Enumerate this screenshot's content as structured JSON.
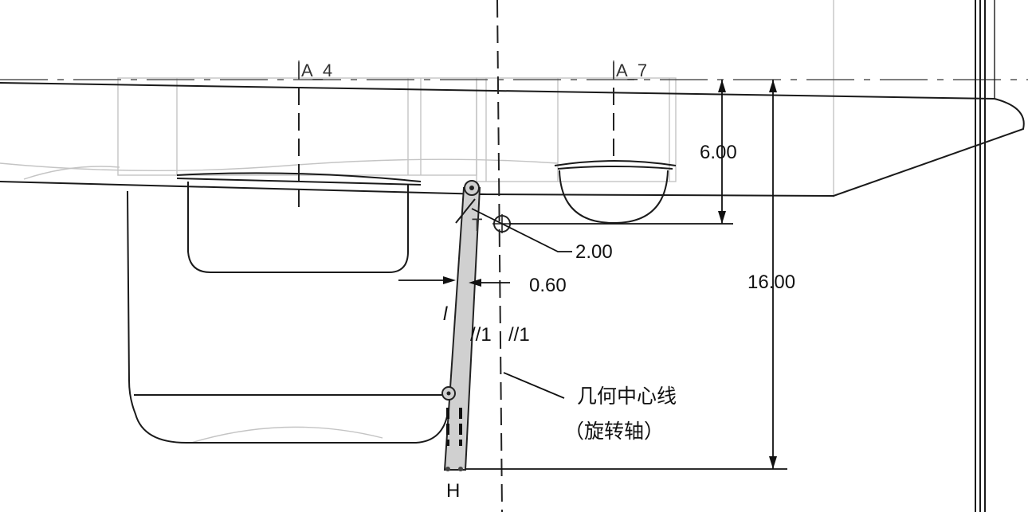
{
  "datum_labels": {
    "left": "A_4",
    "right": "A_7"
  },
  "dimensions": {
    "height_upper": "6.00",
    "radius": "2.00",
    "thickness": "0.60",
    "height_total": "16.00"
  },
  "constraints": {
    "l_symbol": "l",
    "parallel_1": "//1",
    "parallel_2": "//1",
    "t_label": "T",
    "h_label": "H"
  },
  "annotation": {
    "line1": "几何中心线",
    "line2": "（旋转轴）"
  }
}
